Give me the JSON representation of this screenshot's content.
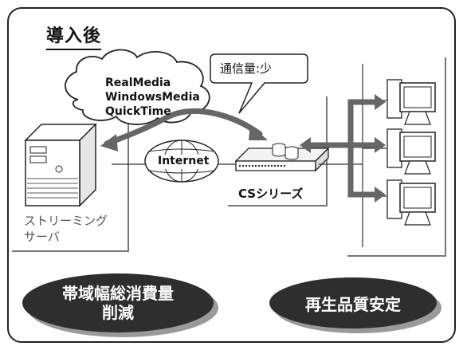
{
  "heading": "導入後",
  "cloud": {
    "formats": [
      "RealMedia",
      "WindowsMedia",
      "QuickTime"
    ]
  },
  "callout": "通信量:少",
  "internet_label": "Internet",
  "cs_label": "CSシリーズ",
  "server_label": "ストリーミング\nサーバ",
  "benefits": {
    "left": [
      "帯域幅総消費量",
      "削減"
    ],
    "right": "再生品質安定"
  },
  "colors": {
    "arrow": "#666666",
    "pill": "#2e2e2e",
    "pill_shadow": "#9a9a9a"
  }
}
